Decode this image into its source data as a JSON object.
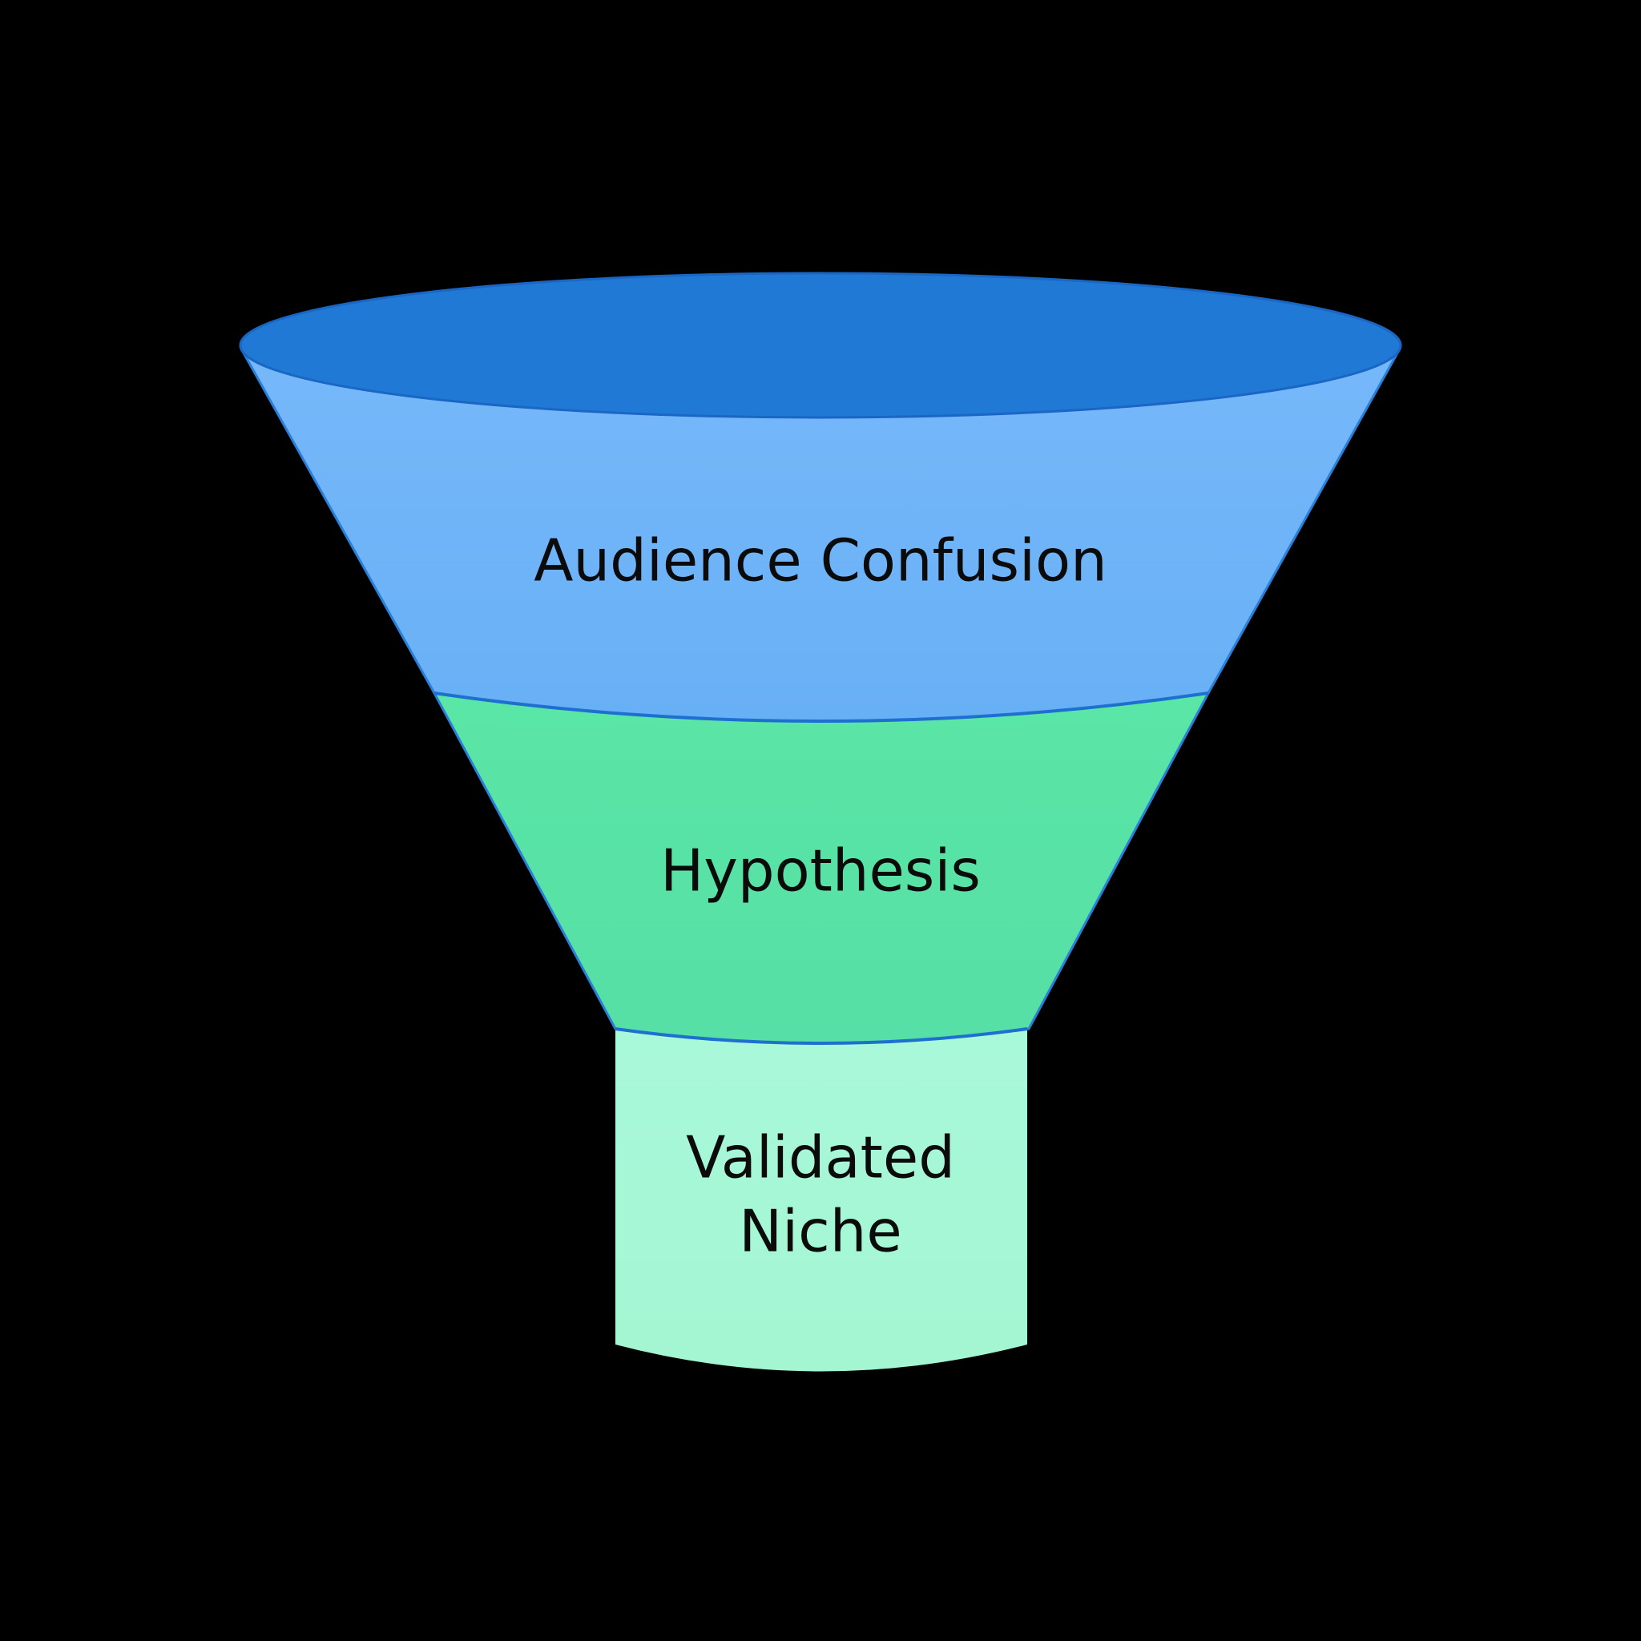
{
  "diagram": {
    "type": "funnel",
    "stages": [
      {
        "label": "Audience Confusion",
        "color": "#6fb3f7"
      },
      {
        "label": "Hypothesis",
        "color": "#58e2a4"
      },
      {
        "label_line1": "Validated",
        "label_line2": "Niche",
        "color": "#a8f7d8"
      }
    ],
    "rim_color": "#2077d6",
    "outline_color": "#1e6fd0"
  }
}
